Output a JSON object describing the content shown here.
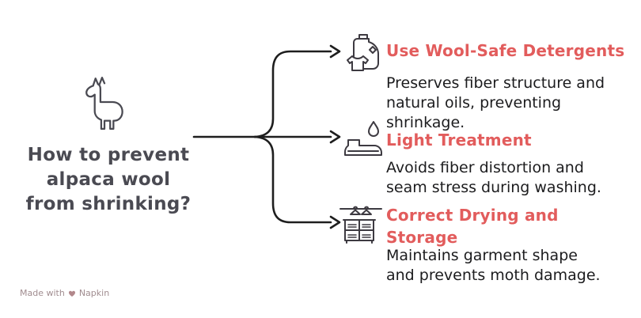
{
  "topic": {
    "icon": "llama-icon",
    "title_text": "How to prevent alpaca wool from shrinking?",
    "title_lines": [
      "How to prevent",
      "alpaca wool",
      "from shrinking?"
    ]
  },
  "branches": [
    {
      "icon": "detergent-shirt-icon",
      "heading_text": "Use Wool-Safe Detergents",
      "heading_lines": [
        "Use Wool-Safe Detergents"
      ],
      "body_text": "Preserves fiber structure and natural oils, preventing shrinkage.",
      "body_lines": [
        "Preserves fiber structure and",
        "natural oils, preventing",
        "shrinkage."
      ]
    },
    {
      "icon": "iron-droplet-icon",
      "heading_text": "Light Treatment",
      "heading_lines": [
        "Light Treatment"
      ],
      "body_text": "Avoids fiber distortion and seam stress during washing.",
      "body_lines": [
        "Avoids fiber distortion and",
        "seam stress during washing."
      ]
    },
    {
      "icon": "hanger-storage-icon",
      "heading_text": "Correct Drying and Storage",
      "heading_lines": [
        "Correct Drying and",
        "Storage"
      ],
      "body_text": "Maintains garment shape and prevents moth damage.",
      "body_lines": [
        "Maintains garment shape",
        "and prevents moth damage."
      ]
    }
  ],
  "watermark": {
    "prefix": "Made with",
    "heart_icon": "heart-icon",
    "suffix": "Napkin"
  },
  "colors": {
    "heading": "#e25c5c",
    "body_text": "#1c1c1e",
    "title_text": "#4a4a52",
    "connector": "#1e1e1e",
    "icon_stroke": "#3d3a41",
    "watermark": "#a18d90",
    "background": "#ffffff"
  }
}
